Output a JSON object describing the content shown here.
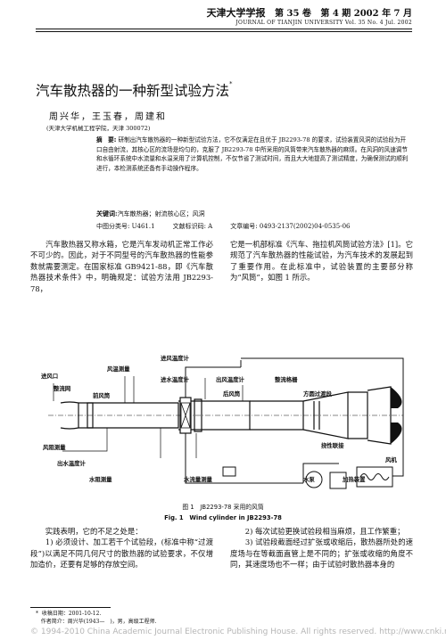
{
  "header": {
    "journal_cn": "天津大学学报",
    "volume_cn": "第 35 卷",
    "issue_cn": "第 4 期 2002 年 7 月",
    "journal_en": "JOURNAL OF TIANJIN UNIVERSITY    Vol. 35    No. 4    Jul.    2002"
  },
  "article": {
    "title": "汽车散热器的一种新型试验方法",
    "title_mark": "*",
    "authors": "周兴华，王玉春，周建和",
    "affiliation": "(天津大学机械工程学院，天津 300072)",
    "abstract_label": "摘　要:",
    "abstract_text": "研制出汽车散热器的一种新型试验方法，它不仅满足在且优于 JB2293-78 的要求，试验装置风洞的试验段为开口自由射流，其核心区的流场是均匀的，克服了 JB2293-78 中所采用的风筒带来汽车散热器的麻烦。在风洞的风速调节和水循环系统中水流量和水温采用了计算机控制，不仅节省了测试时间，而且大大地提高了测试精度，为确保测试的顺利进行，本检测系统还备有手动操作程序。",
    "keywords_label": "关键词:",
    "keywords": "汽车散热器；射流核心区；风洞",
    "clc_label": "中图分类号:",
    "clc": "U461.1",
    "doc_code_label": "文献标识码:",
    "doc_code": "A",
    "article_no_label": "文章编号:",
    "article_no": "0493-2137(2002)04-0535-06"
  },
  "body": {
    "col1_p1": "　　汽车散热器又称水箱，它是汽车发动机正常工作必不可少的。因此，对于不同型号的汽车散热器的性能参数就需要测定。在国家标准 GB9421-88，即《汽车散热器技术条件》中，明确规定：试验方法用 JB2293-78，",
    "col2_p1": "它是一机部标准《汽车、拖拉机风筒试验方法》[1]。它规范了汽车散热器的性能试验，为汽车技术的发展起到了重要作用。在此标准中，试验装置的主要部分称为“风筒”，如图 1 所示。",
    "col1_p2": "　　实践表明，它的不足之处是：",
    "col1_p3": "　　1) 必须设计、加工若干个试验段，(标准中称“过渡段”)以满足不同几何尺寸的散热器的试验要求，不仅增加造价，还要有足够的存放空间。",
    "col2_p2": "　　2) 每次试验更换试验段相当麻烦，且工作繁重；",
    "col2_p3": "　　3) 试验段截面经过扩张或收缩后，散热器所处的速度场与在等截面直管上是不同的；扩张或收缩的角度不同，其速度场也不一样；由于试验时散热器本身的"
  },
  "figure": {
    "labels": {
      "inlet": "进风口",
      "rectifier": "整流网",
      "front_duct": "前风筒",
      "wind_temp": "风温测量",
      "in_water_temp_gauge": "进风温度计",
      "in_water_temp": "进水温度计",
      "out_wind_temp": "出风温度计",
      "rear_duct": "后风筒",
      "grid": "整流格栅",
      "transition": "方圆过渡段",
      "bellows": "挠性联接",
      "fan": "风机",
      "wind_pressure": "风阻测量",
      "out_water_temp": "出水温度计",
      "water_resistance": "水阻测量",
      "water_flow": "水流量测量",
      "pump": "水泵",
      "heater": "加热装置"
    },
    "caption_cn": "图 1　JB2293-78 采用的风筒",
    "caption_en": "Fig. 1　Wind cylinder in JB2293-78"
  },
  "footnote": {
    "received": "收稿日期：2001-10-12.",
    "author_bio": "作者简介：周兴华(1943—　)，男，高级工程师.",
    "mark": "*"
  },
  "watermark": "© 1994-2010 China Academic Journal Electronic Publishing House. All rights reserved.    http://www.cnki.net"
}
